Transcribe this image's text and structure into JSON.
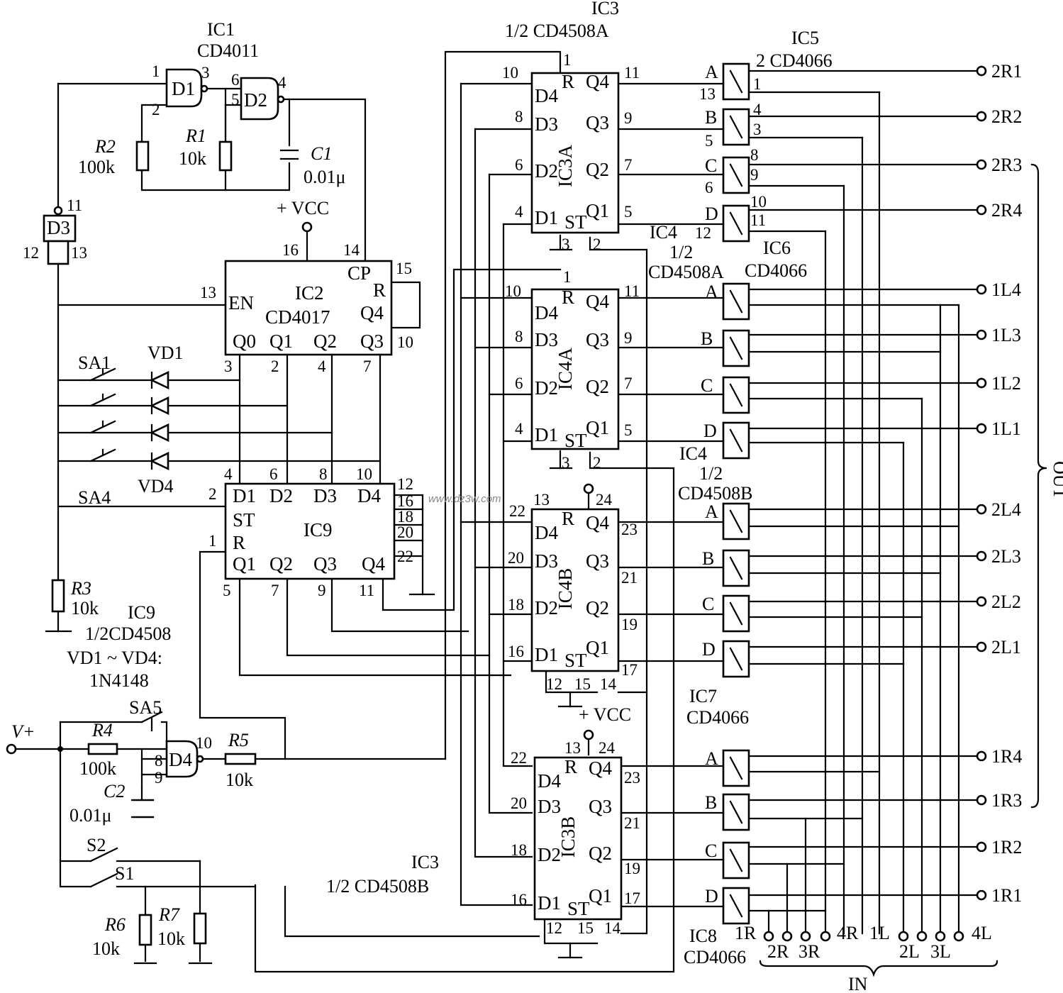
{
  "ic1": {
    "name": "IC1",
    "part": "CD4011",
    "gate1": "D1",
    "gate2": "D2",
    "gate3": "D3",
    "gate4": "D4"
  },
  "ic2": {
    "name": "IC2",
    "part": "CD4017",
    "en": "EN",
    "cp": "CP",
    "r": "R",
    "q0": "Q0",
    "q1": "Q1",
    "q2": "Q2",
    "q3": "Q3",
    "q4": "Q4"
  },
  "ic3": {
    "name": "IC3",
    "half_a": "1/2 CD4508A",
    "half_b": "1/2 CD4508B",
    "a_label": "IC3A",
    "b_label": "IC3B"
  },
  "ic4": {
    "name": "IC4",
    "half": "1/2",
    "part_a": "CD4508A",
    "part_b": "CD4508B",
    "a_label": "IC4A",
    "b_label": "IC4B"
  },
  "ic5": {
    "name": "IC5",
    "part": "2 CD4066"
  },
  "ic6": {
    "name": "IC6",
    "part": "CD4066"
  },
  "ic7": {
    "name": "IC7",
    "part": "CD4066"
  },
  "ic8": {
    "name": "IC8",
    "part": "CD4066"
  },
  "ic9": {
    "name": "IC9",
    "part": "1/2CD4508"
  },
  "diodes_note": {
    "range": "VD1 ~ VD4:",
    "part": "1N4148"
  },
  "components": {
    "r1": "R1",
    "r1_val": "10k",
    "r2": "R2",
    "r2_val": "100k",
    "r3": "R3",
    "r3_val": "10k",
    "r4": "R4",
    "r4_val": "100k",
    "r5": "R5",
    "r5_val": "10k",
    "r6": "R6",
    "r6_val": "10k",
    "r7": "R7",
    "r7_val": "10k",
    "c1": "C1",
    "c1_val": "0.01μ",
    "c2": "C2",
    "c2_val": "0.01μ",
    "vd1": "VD1",
    "vd4": "VD4",
    "sa1": "SA1",
    "sa4": "SA4",
    "sa5": "SA5",
    "s1": "S1",
    "s2": "S2"
  },
  "supply": {
    "vcc": "+ VCC",
    "vplus": "V+"
  },
  "outputs": {
    "group_label": "OUT",
    "terminals": [
      "2R1",
      "2R2",
      "2R3",
      "2R4",
      "1L4",
      "1L3",
      "1L2",
      "1L1",
      "2L4",
      "2L3",
      "2L2",
      "2L1",
      "1R4",
      "1R3",
      "1R2",
      "1R1"
    ]
  },
  "inputs": {
    "group_label": "IN",
    "terminals": [
      "1R",
      "2R",
      "3R",
      "4R",
      "1L",
      "2L",
      "3L",
      "4L"
    ]
  },
  "watermark": "www.dz3w.com"
}
